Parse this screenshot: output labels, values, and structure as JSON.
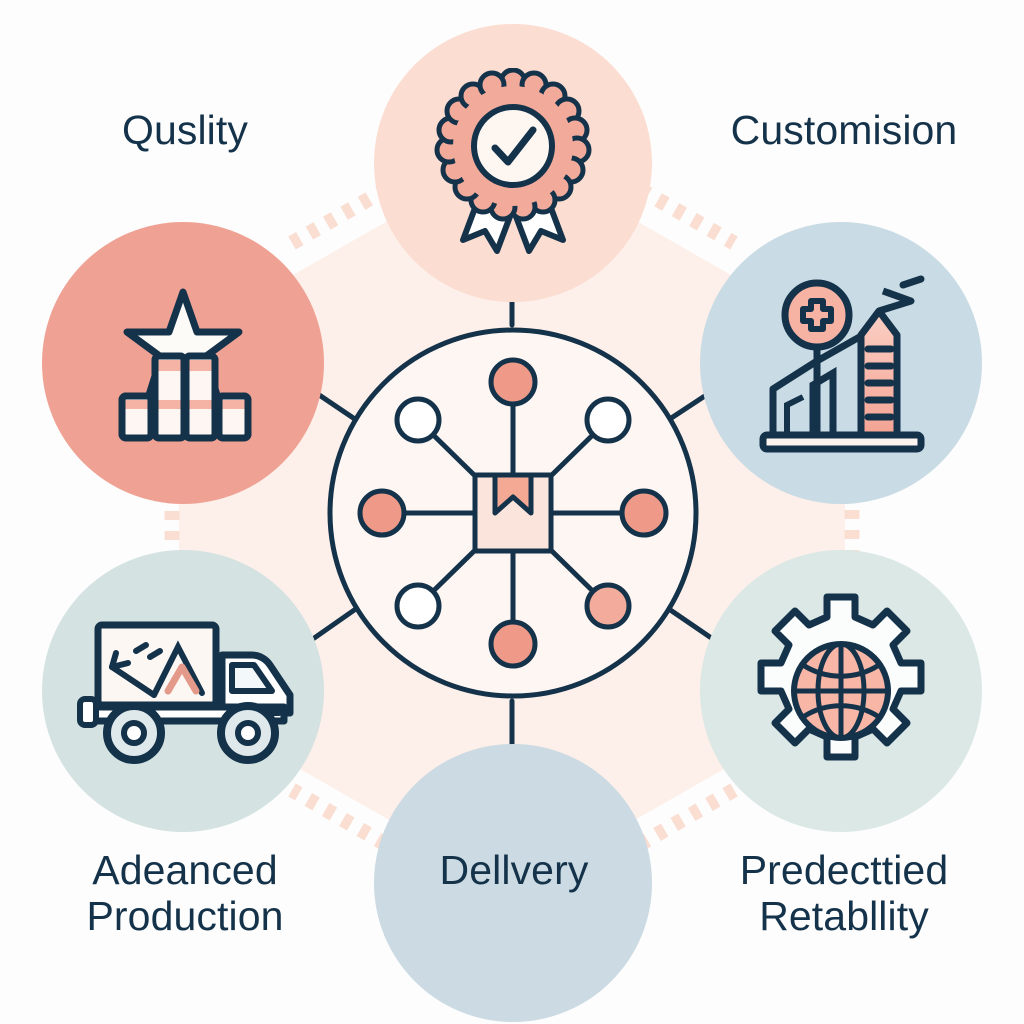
{
  "diagram": {
    "type": "hub-and-spoke radial infographic",
    "title_visible": false,
    "background_color": "#fdfdfd",
    "text_color": "#14324a",
    "hexagon_tint": "#fdeee8",
    "center": {
      "name": "central-network-hub",
      "icon": "package-network-icon",
      "circle_outline_color": "#14324a",
      "box_fill": "#fbe4db",
      "ribbon_fill": "#f3a994",
      "node_count": 8,
      "node_colors": [
        "#ef9a88",
        "#ffffff",
        "#ffffff",
        "#ef9a88",
        "#ef9a88",
        "#ffffff",
        "#f3ab9b",
        "#ef9a88"
      ]
    },
    "nodes": [
      {
        "id": "quality",
        "label": "Quslity",
        "icon": "star-podium-icon",
        "position": "top-left",
        "circle_color": "#efa294",
        "label_position": "above"
      },
      {
        "id": "certification",
        "label": "",
        "icon": "award-rosette-check-icon",
        "position": "top-center",
        "circle_color": "#fbddd2",
        "label_position": "none"
      },
      {
        "id": "customisation",
        "label": "Customision",
        "icon": "factory-tower-icon",
        "position": "top-right",
        "circle_color": "#c9dbe4",
        "label_position": "above"
      },
      {
        "id": "production",
        "label": "Adeanced\nProduction",
        "icon": "delivery-truck-icon",
        "position": "bottom-left",
        "circle_color": "#d4e2e2",
        "label_position": "below"
      },
      {
        "id": "delivery",
        "label": "Dellvery",
        "icon": "none",
        "position": "bottom-center",
        "circle_color": "#cbdae3",
        "label_position": "inside-below"
      },
      {
        "id": "reliability",
        "label": "Predecttied\nRetabllity",
        "icon": "gear-globe-icon",
        "position": "bottom-right",
        "circle_color": "#dbe8e6",
        "label_position": "below"
      }
    ]
  }
}
